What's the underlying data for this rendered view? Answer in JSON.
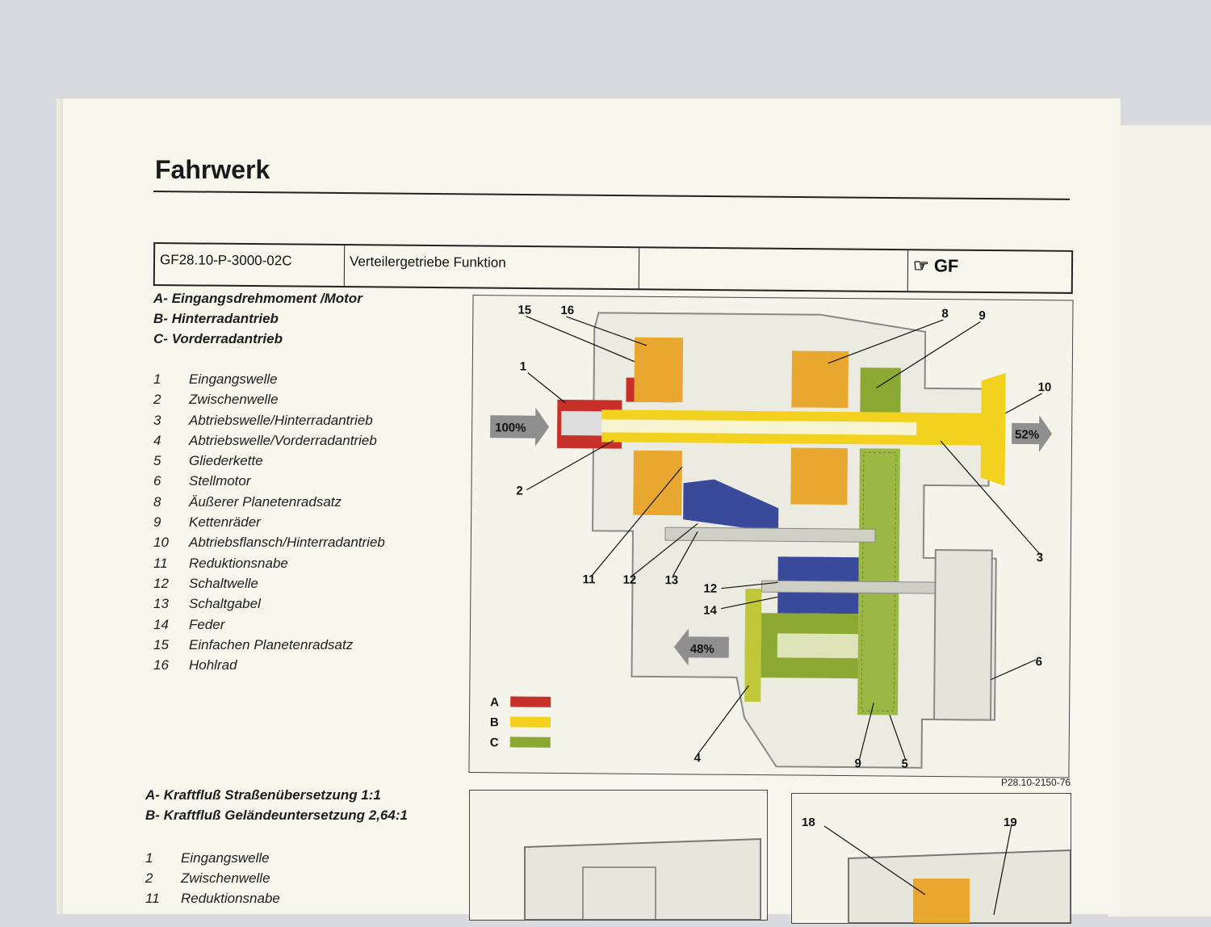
{
  "page_title": "Fahrwerk",
  "header": {
    "doc_code": "GF28.10-P-3000-02C",
    "description": "Verteilergetriebe Funktion",
    "empty": "",
    "logo_text": "GF"
  },
  "groups": [
    {
      "letter": "A-",
      "text": "Eingangsdrehmoment /Motor"
    },
    {
      "letter": "B-",
      "text": "Hinterradantrieb"
    },
    {
      "letter": "C-",
      "text": "Vorderradantrieb"
    }
  ],
  "legend_items": [
    {
      "num": "1",
      "text": "Eingangswelle"
    },
    {
      "num": "2",
      "text": "Zwischenwelle"
    },
    {
      "num": "3",
      "text": "Abtriebswelle/Hinterradantrieb"
    },
    {
      "num": "4",
      "text": "Abtriebswelle/Vorderradantrieb"
    },
    {
      "num": "5",
      "text": "Gliederkette"
    },
    {
      "num": "6",
      "text": "Stellmotor"
    },
    {
      "num": "8",
      "text": "Äußerer Planetenradsatz"
    },
    {
      "num": "9",
      "text": "Kettenräder"
    },
    {
      "num": "10",
      "text": "Abtriebsflansch/Hinterradantrieb"
    },
    {
      "num": "11",
      "text": "Reduktionsnabe"
    },
    {
      "num": "12",
      "text": "Schaltwelle"
    },
    {
      "num": "13",
      "text": "Schaltgabel"
    },
    {
      "num": "14",
      "text": "Feder"
    },
    {
      "num": "15",
      "text": "Einfachen Planetenradsatz"
    },
    {
      "num": "16",
      "text": "Hohlrad"
    }
  ],
  "diagram": {
    "input_pct": "100%",
    "rear_pct": "52%",
    "front_pct": "48%",
    "color_legend": [
      {
        "letter": "A",
        "color": "#c8302a"
      },
      {
        "letter": "B",
        "color": "#f2d21e"
      },
      {
        "letter": "C",
        "color": "#8aa832"
      }
    ],
    "callouts": [
      "15",
      "16",
      "8",
      "9",
      "1",
      "10",
      "2",
      "3",
      "11",
      "12",
      "13",
      "12",
      "14",
      "6",
      "4",
      "9",
      "5"
    ],
    "figure_code": "P28.10-2150-76"
  },
  "section2": {
    "groups": [
      {
        "letter": "A-",
        "text": "Kraftfluß Straßenübersetzung 1:1"
      },
      {
        "letter": "B-",
        "text": "Kraftfluß Geländeuntersetzung 2,64:1"
      }
    ],
    "items": [
      {
        "num": "1",
        "text": "Eingangswelle"
      },
      {
        "num": "2",
        "text": "Zwischenwelle"
      },
      {
        "num": "11",
        "text": "Reduktionsnabe"
      }
    ],
    "fig3_callouts": [
      "18",
      "19"
    ]
  }
}
